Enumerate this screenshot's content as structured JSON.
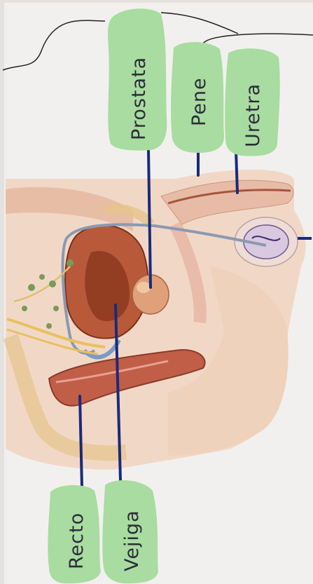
{
  "labels": {
    "prostata": "Prostata",
    "pene": "Pene",
    "uretra": "Uretra",
    "recto": "Recto",
    "vejiga": "Vejiga"
  },
  "colors": {
    "paper": "#ece9e6",
    "sticky_note": "#a8dca0",
    "pointer_line": "#1a2a7a",
    "skin": "#e8c2a4",
    "muscle": "#c98a6a",
    "organ_dark": "#9a4a2a",
    "nerve": "#e8c060",
    "vessel": "#8a9ab0"
  }
}
